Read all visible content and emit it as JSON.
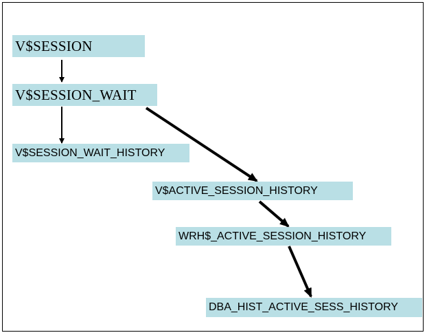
{
  "diagram": {
    "nodes": [
      {
        "id": "v-session",
        "label": "V$SESSION"
      },
      {
        "id": "v-session-wait",
        "label": "V$SESSION_WAIT"
      },
      {
        "id": "v-session-wait-history",
        "label": "V$SESSION_WAIT_HISTORY"
      },
      {
        "id": "v-active-session-history",
        "label": "V$ACTIVE_SESSION_HISTORY"
      },
      {
        "id": "wrh-active-session-history",
        "label": "WRH$_ACTIVE_SESSION_HISTORY"
      },
      {
        "id": "dba-hist-active-sess-history",
        "label": "DBA_HIST_ACTIVE_SESS_HISTORY"
      }
    ],
    "edges": [
      {
        "from": "v-session",
        "to": "v-session-wait"
      },
      {
        "from": "v-session-wait",
        "to": "v-session-wait-history"
      },
      {
        "from": "v-session-wait",
        "to": "v-active-session-history"
      },
      {
        "from": "v-active-session-history",
        "to": "wrh-active-session-history"
      },
      {
        "from": "wrh-active-session-history",
        "to": "dba-hist-active-sess-history"
      }
    ],
    "colors": {
      "node_fill": "#b9dfe5",
      "arrow": "#000000"
    }
  }
}
